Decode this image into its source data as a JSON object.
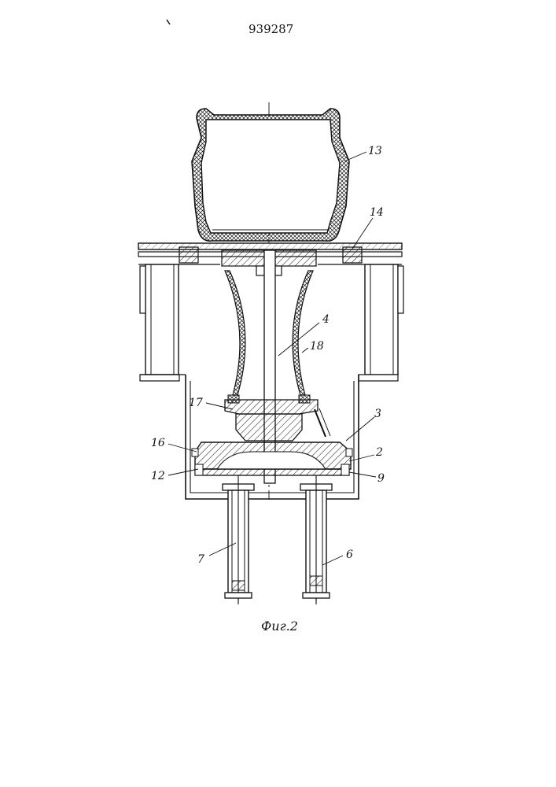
{
  "patent_number": "939287",
  "caption": "Фиг.2",
  "labels": {
    "l13": "13",
    "l14": "14",
    "l4": "4",
    "l18": "18",
    "l17": "17",
    "l3": "3",
    "l16": "16",
    "l2": "2",
    "l12": "12",
    "l9": "9",
    "l7": "7",
    "l6": "6"
  },
  "colors": {
    "ink": "#111111",
    "paper": "#ffffff"
  }
}
